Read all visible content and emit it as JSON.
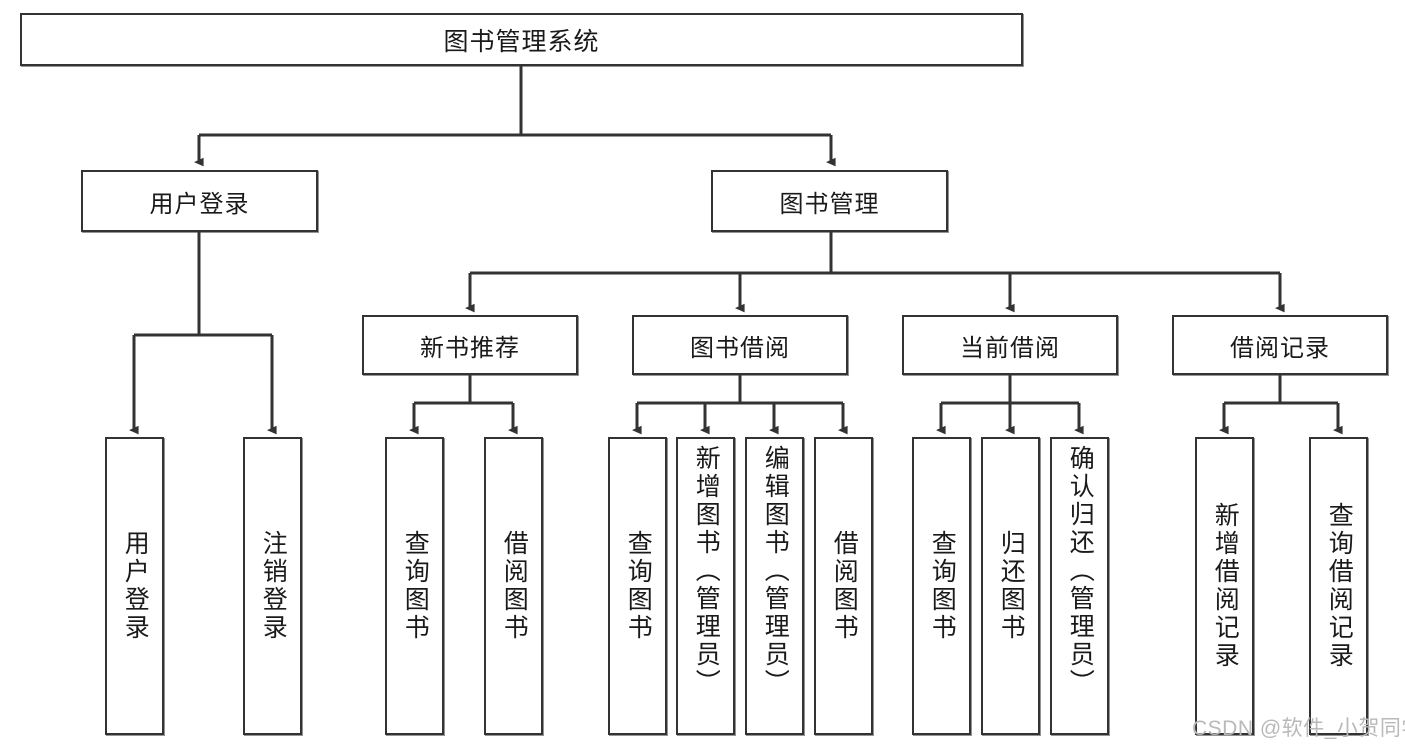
{
  "diagram": {
    "title": "图书管理系统",
    "type": "tree-hierarchy",
    "watermark": "CSDN @软件_小贺同学",
    "colors": {
      "background": "#ffffff",
      "box_border": "#333333",
      "box_fill": "#ffffff",
      "edge": "#333333",
      "text": "#1a1a1a",
      "watermark": "#b9b9b9"
    },
    "nodes": {
      "root": {
        "label": "图书管理系统"
      },
      "level2": [
        {
          "label": "用户登录"
        },
        {
          "label": "图书管理"
        }
      ],
      "level3": [
        {
          "label": "新书推荐"
        },
        {
          "label": "图书借阅"
        },
        {
          "label": "当前借阅"
        },
        {
          "label": "借阅记录"
        }
      ],
      "leaves": {
        "user_login": [
          {
            "label": "用户登录"
          },
          {
            "label": "注销登录"
          }
        ],
        "new_book_recommend": [
          {
            "label": "查询图书"
          },
          {
            "label": "借阅图书"
          }
        ],
        "book_borrow": [
          {
            "label": "查询图书"
          },
          {
            "label": "新增图书（管理员）"
          },
          {
            "label": "编辑图书（管理员）"
          },
          {
            "label": "借阅图书"
          }
        ],
        "current_borrow": [
          {
            "label": "查询图书"
          },
          {
            "label": "归还图书"
          },
          {
            "label": "确认归还（管理员）"
          }
        ],
        "borrow_record": [
          {
            "label": "新增借阅记录"
          },
          {
            "label": "查询借阅记录"
          }
        ]
      }
    }
  }
}
